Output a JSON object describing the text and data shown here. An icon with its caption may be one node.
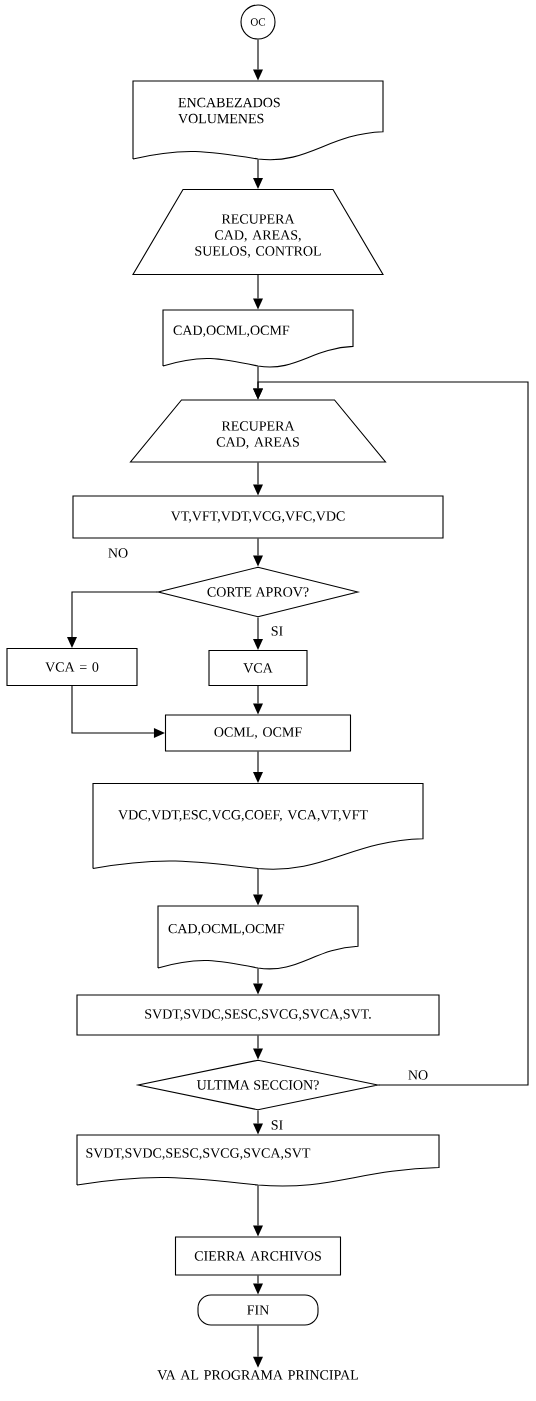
{
  "diagram": {
    "nodes": [
      {
        "text": [
          "OC"
        ]
      },
      {
        "text": [
          "ENCABEZADOS VOLUMENES"
        ]
      },
      {
        "text": [
          "RECUPERA",
          "CAD, AREAS, SUELOS, CONTROL"
        ]
      },
      {
        "text": [
          "CAD,OCML,OCMF"
        ]
      },
      {
        "text": [
          "RECUPERA",
          "CAD, AREAS"
        ]
      },
      {
        "text": [
          "VT,VFT,VDT,VCG,VFC,VDC"
        ]
      },
      {
        "text": [
          "CORTE APROV?"
        ]
      },
      {
        "text": [
          "VCA = 0"
        ]
      },
      {
        "text": [
          "VCA"
        ]
      },
      {
        "text": [
          "OCML, OCMF"
        ]
      },
      {
        "text": [
          "VDC,VDT,ESC,VCG,COEF, VCA,VT,VFT"
        ]
      },
      {
        "text": [
          "CAD,OCML,OCMF"
        ]
      },
      {
        "text": [
          "SVDT,SVDC,SESC,SVCG,SVCA,SVT."
        ]
      },
      {
        "text": [
          "ULTIMA SECCION?"
        ]
      },
      {
        "text": [
          "SVDT,SVDC,SESC,SVCG,SVCA,SVT"
        ]
      },
      {
        "text": [
          "CIERRA ARCHIVOS"
        ]
      },
      {
        "text": [
          "FIN"
        ]
      },
      {
        "text": [
          "VA AL PROGRAMA PRINCIPAL"
        ]
      }
    ],
    "edges": [
      {
        "from": 0,
        "to": 1,
        "arrow": "to"
      },
      {
        "from": 1,
        "to": 2,
        "arrow": "to"
      },
      {
        "from": 2,
        "to": 3,
        "arrow": "to"
      },
      {
        "from": 3,
        "to": 4,
        "arrow": "to"
      },
      {
        "from": 4,
        "to": 5,
        "arrow": "to"
      },
      {
        "from": 5,
        "to": 6,
        "arrow": "to"
      },
      {
        "from": 6,
        "to": 7,
        "arrow": "to",
        "label": "NO"
      },
      {
        "from": 6,
        "to": 8,
        "arrow": "to",
        "label": "SI"
      },
      {
        "from": 7,
        "to": 9,
        "arrow": "to"
      },
      {
        "from": 8,
        "to": 9,
        "arrow": "to"
      },
      {
        "from": 9,
        "to": 10,
        "arrow": "to"
      },
      {
        "from": 10,
        "to": 11,
        "arrow": "to"
      },
      {
        "from": 11,
        "to": 12,
        "arrow": "to"
      },
      {
        "from": 12,
        "to": 13,
        "arrow": "to"
      },
      {
        "from": 13,
        "to": 4,
        "arrow": "to",
        "label": "NO"
      },
      {
        "from": 13,
        "to": 14,
        "arrow": "to",
        "label": "SI"
      },
      {
        "from": 14,
        "to": 15,
        "arrow": "to"
      },
      {
        "from": 15,
        "to": 16,
        "arrow": "to"
      },
      {
        "from": 16,
        "to": 17,
        "arrow": "to"
      }
    ]
  }
}
